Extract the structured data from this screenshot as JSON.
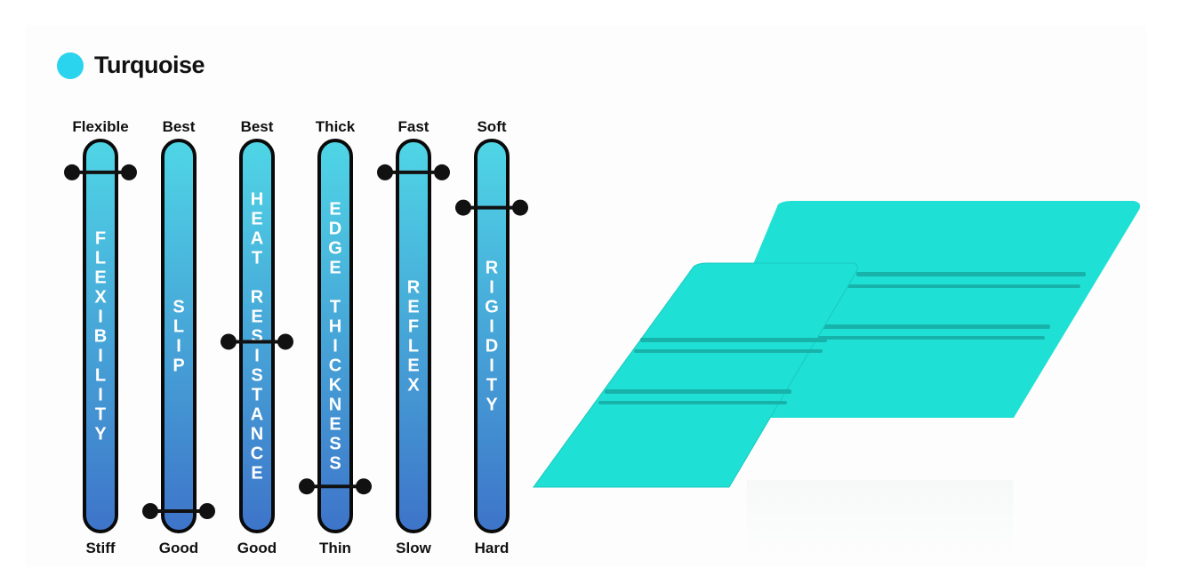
{
  "header": {
    "swatch_color": "#2ad3ee",
    "title": "Turquoise"
  },
  "chart_data": {
    "type": "bar",
    "orientation": "vertical-scale",
    "value_range": [
      0,
      1
    ],
    "bar_gradient": [
      "#4fd6e6",
      "#3e74c9"
    ],
    "bar_stroke": "#0a0a0a",
    "text_color": "#ffffff",
    "scales": [
      {
        "top": "Flexible",
        "bottom": "Stiff",
        "label": [
          "FLEXIBILITY"
        ],
        "value": 0.96
      },
      {
        "top": "Best",
        "bottom": "Good",
        "label": [
          "SLIP"
        ],
        "value": 0.0
      },
      {
        "top": "Best",
        "bottom": "Good",
        "label": [
          "HEAT",
          "RESISTANCE"
        ],
        "value": 0.48
      },
      {
        "top": "Thick",
        "bottom": "Thin",
        "label": [
          "EDGE",
          "THICKNESS"
        ],
        "value": 0.07
      },
      {
        "top": "Fast",
        "bottom": "Slow",
        "label": [
          "REFLEX"
        ],
        "value": 0.96
      },
      {
        "top": "Soft",
        "bottom": "Hard",
        "label": [
          "RIGIDITY"
        ],
        "value": 0.86
      }
    ]
  },
  "product_image": {
    "color": "#1fe0d4",
    "shadow_color": "#17b3aa"
  }
}
